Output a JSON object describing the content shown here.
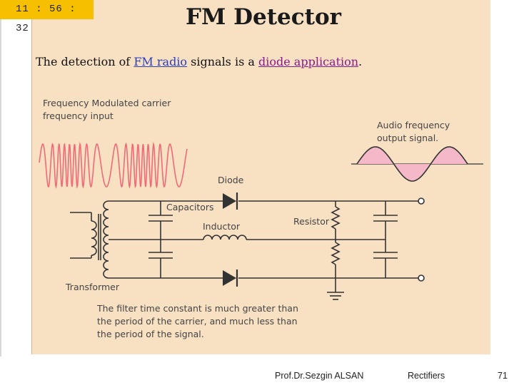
{
  "timer": "11 : 56 : 32",
  "slide": {
    "title": "FM Detector",
    "intro": {
      "prefix": "The detection of ",
      "link1": "FM radio",
      "middle": " signals is a ",
      "link2": "diode application",
      "suffix": "."
    },
    "diagram_labels": {
      "fm_input_line1": "Frequency Modulated carrier",
      "fm_input_line2": "frequency input",
      "audio_line1": "Audio frequency",
      "audio_line2": "output signal.",
      "diode": "Diode",
      "capacitors": "Capacitors",
      "inductor": "Inductor",
      "resistor": "Resistor",
      "transformer": "Transformer",
      "note_line1": "The filter time constant is much greater than",
      "note_line2": "the period of the carrier, and much less than",
      "note_line3": "the period of the signal."
    },
    "colors": {
      "fm_wave": "#f06a78",
      "audio_fill": "#f5b8c8",
      "circuit": "#333333"
    }
  },
  "footer": {
    "author": "Prof.Dr.Sezgin ALSAN",
    "topic": "Rectifiers",
    "page": "71"
  }
}
